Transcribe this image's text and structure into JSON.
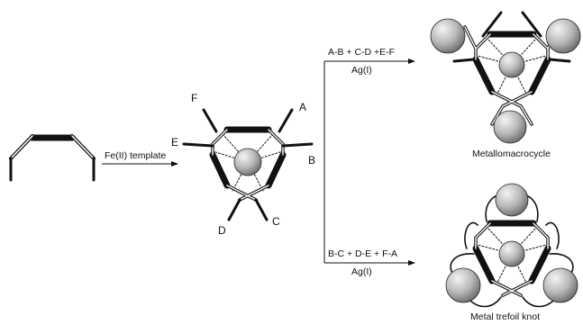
{
  "labels": {
    "site_a": "A",
    "site_b": "B",
    "site_c": "C",
    "site_d": "D",
    "site_e": "E",
    "site_f": "F"
  },
  "template_arrow": {
    "label": "Fe(II) template"
  },
  "route_upper": {
    "reagents": "A-B + C-D +E-F",
    "metal": "Ag(I)"
  },
  "route_lower": {
    "reagents": "B-C + D-E + F-A",
    "metal": "Ag(I)"
  },
  "products": {
    "upper": "Metallomacrocycle",
    "lower": "Metal trefoil knot"
  },
  "colors": {
    "ink": "#111111",
    "sphere_light": "#f4f4f4",
    "sphere_dark": "#6a6a6a"
  }
}
